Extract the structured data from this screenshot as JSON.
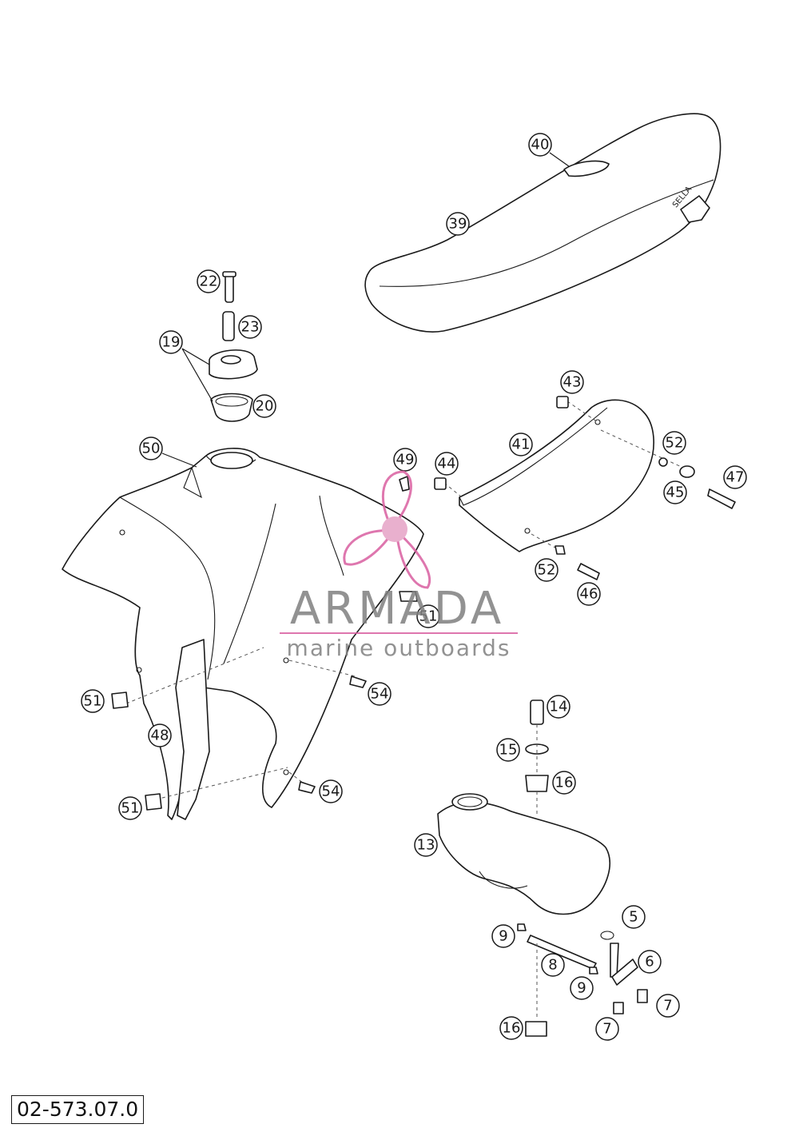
{
  "drawing_code": "02-573.07.0",
  "watermark": {
    "brand": "ARMADA",
    "tagline": "marine outboards",
    "color": "#d95fa0",
    "text_color": "#808080"
  },
  "callouts": [
    "40",
    "39",
    "22",
    "23",
    "19",
    "20",
    "50",
    "49",
    "44",
    "43",
    "41",
    "52",
    "45",
    "47",
    "52",
    "46",
    "51",
    "54",
    "51",
    "48",
    "54",
    "51",
    "14",
    "15",
    "16",
    "13",
    "5",
    "9",
    "8",
    "6",
    "9",
    "7",
    "7",
    "16"
  ]
}
